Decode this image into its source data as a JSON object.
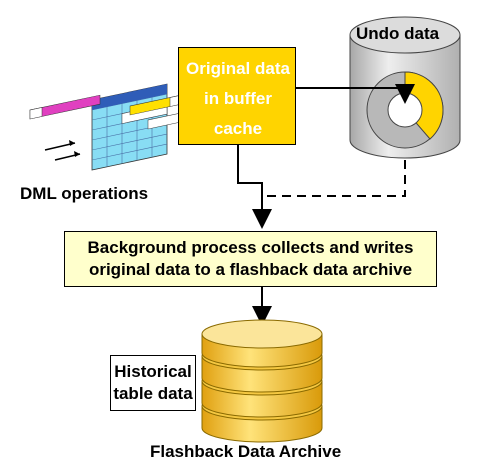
{
  "buffer": {
    "label": "Original data in buffer cache"
  },
  "undo": {
    "label": "Undo data"
  },
  "dml": {
    "label": "DML operations"
  },
  "process": {
    "label": "Background process collects and writes original data to a flashback data archive"
  },
  "historical": {
    "label": "Historical table data"
  },
  "archive": {
    "label": "Flashback Data Archive"
  },
  "colors": {
    "buffer_fill": "#ffd400",
    "process_fill": "#ffffcc",
    "archive_fill": "#f5c842",
    "undo_fill": "#c8c8c8",
    "undo_slice": "#ffd400",
    "grid_fill": "#88ddf4"
  }
}
